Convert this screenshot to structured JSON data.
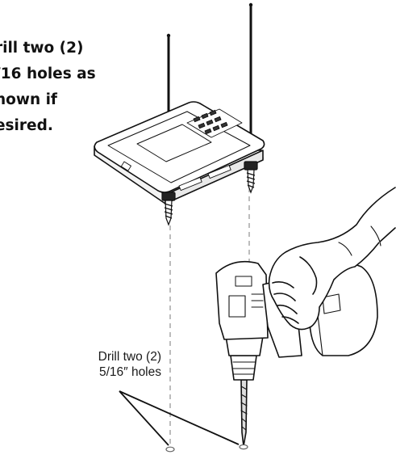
{
  "instruction": {
    "lines": [
      "rill two (2)",
      "/16 holes as",
      "hown if",
      "esired."
    ]
  },
  "callout": {
    "lines": [
      "Drill two (2)",
      "5/16″ holes"
    ]
  },
  "colors": {
    "ink": "#111111",
    "guide": "#888888",
    "fill": "#ffffff"
  },
  "icons": [
    "receiver-device-icon",
    "screw-icon",
    "drill-icon",
    "hand-icon",
    "hole-icon"
  ]
}
